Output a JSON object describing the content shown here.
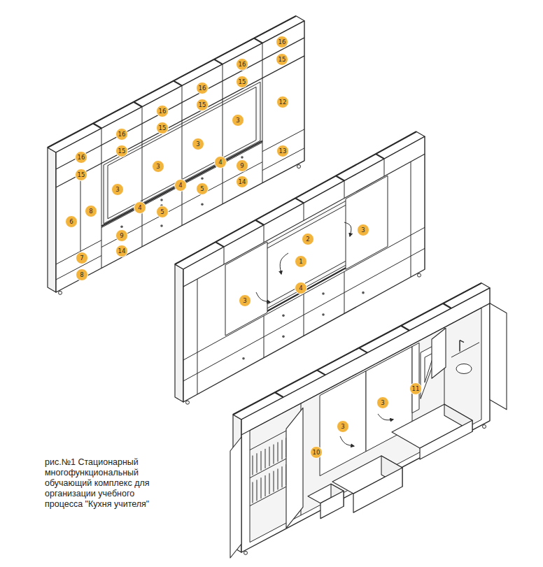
{
  "diagram": {
    "caption": "рис.№1 Стационарный многофункциональный обучающий комплекс для организации учебного процесса \"Кухня учителя\"",
    "labels": [
      "16",
      "15",
      "16",
      "15",
      "16",
      "12",
      "15",
      "16",
      "3",
      "15",
      "16",
      "3",
      "15",
      "13",
      "16",
      "4",
      "9",
      "3",
      "15",
      "14",
      "4",
      "5",
      "3",
      "4",
      "8",
      "5",
      "6",
      "9",
      "14",
      "7",
      "8",
      "3",
      "2",
      "1",
      "4",
      "3",
      "11",
      "3",
      "3",
      "10"
    ]
  }
}
